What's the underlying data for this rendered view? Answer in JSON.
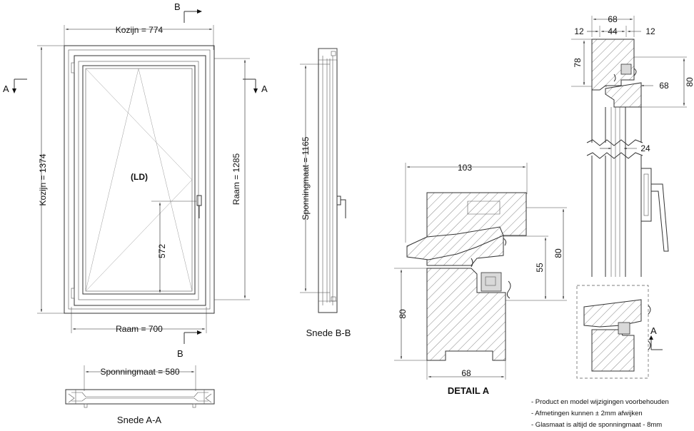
{
  "front": {
    "kozijn_width": "Kozijn = 774",
    "kozijn_height": "Kozijn = 1374",
    "raam_height": "Raam = 1285",
    "raam_width": "Raam = 700",
    "handle_height": "572",
    "opening": "(LD)"
  },
  "section_marks": {
    "b": "B",
    "a": "A"
  },
  "snede_bb": {
    "dim": "Sponningmaat = 1165",
    "title": "Snede B-B"
  },
  "snede_aa": {
    "dim": "Sponningmaat = 580",
    "title": "Snede A-A"
  },
  "detail_a": {
    "title": "DETAIL  A",
    "dim_top": "103",
    "dim_right": "80",
    "dim_inner": "55",
    "dim_left": "80",
    "dim_bottom": "68"
  },
  "profile": {
    "dim_total": "68",
    "dim_left": "12",
    "dim_mid": "44",
    "dim_right": "12",
    "dim_78": "78",
    "dim_80": "80",
    "dim_68": "68",
    "dim_24": "24",
    "mark_a": "A"
  },
  "notes": [
    "- Product en model wijzigingen voorbehouden",
    "- Afmetingen kunnen ± 2mm afwijken",
    "- Glasmaat is altijd de sponningmaat - 8mm"
  ]
}
